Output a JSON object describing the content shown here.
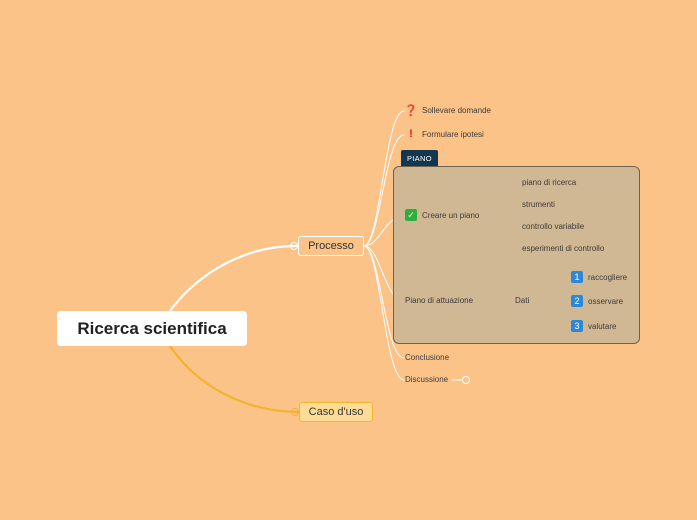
{
  "root": {
    "label": "Ricerca scientifica"
  },
  "branches": {
    "processo": {
      "label": "Processo",
      "boundary_label": "PIANO",
      "items": {
        "sollevare": {
          "label": "Sollevare domande",
          "icon": "question-mark-icon"
        },
        "formulare": {
          "label": "Formulare ipotesi",
          "icon": "exclamation-mark-icon"
        },
        "creare": {
          "label": "Creare un piano",
          "icon": "check-mark-icon",
          "children": [
            "piano di ricerca",
            "strumenti",
            "controllo variabile",
            "esperimenti di controllo"
          ]
        },
        "attuazione": {
          "label": "Piano di attuazione",
          "dati": {
            "label": "Dati",
            "children": [
              {
                "num": "1",
                "label": "raccogliere"
              },
              {
                "num": "2",
                "label": "osservare"
              },
              {
                "num": "3",
                "label": "valutare"
              }
            ]
          }
        },
        "conclusione": {
          "label": "Conclusione"
        },
        "discussione": {
          "label": "Discussione"
        }
      }
    },
    "caso": {
      "label": "Caso d'uso"
    }
  },
  "colors": {
    "background": "#fcc389",
    "branch_processo": "#ffffff",
    "branch_caso": "#f2b330",
    "boundary_fill": "#d1b894",
    "boundary_tab": "#13374e",
    "numbering": "#2b88d9"
  }
}
